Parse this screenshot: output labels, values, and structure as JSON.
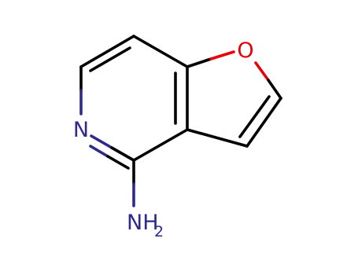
{
  "molecule": {
    "atoms": {
      "oxygen": "O",
      "nitrogen_ring": "N",
      "amine_n": "NH",
      "amine_subscript": "2"
    },
    "colors": {
      "bond": "#000000",
      "oxygen": "#e8000b",
      "nitrogen": "#2d2a8c"
    }
  }
}
